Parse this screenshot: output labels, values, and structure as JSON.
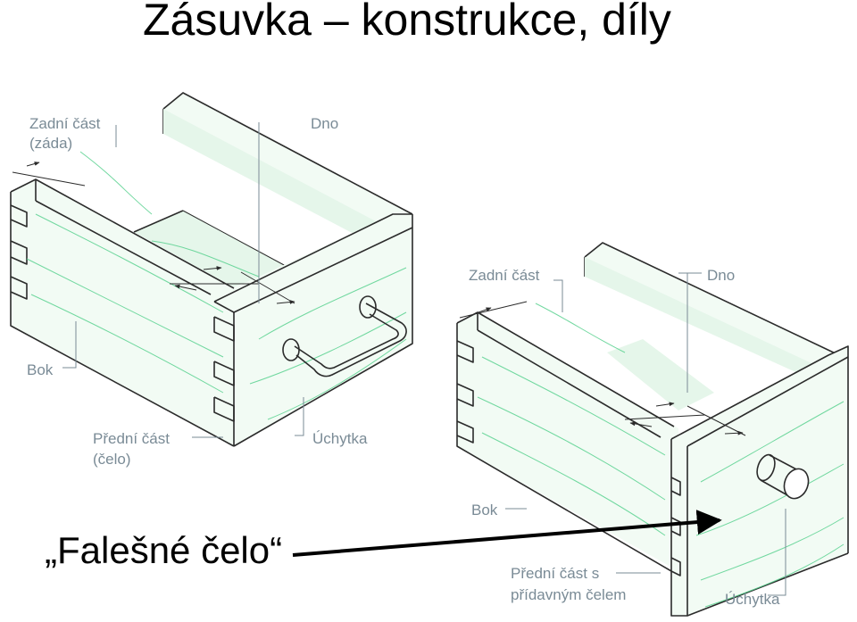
{
  "title": "Zásuvka – konstrukce, díly",
  "callout": "„Falešné čelo“",
  "colors": {
    "text": "#000000",
    "label": "#7a8b96",
    "line": "#2b2b2b",
    "grain": "#59d18f",
    "arrow": "#000000"
  },
  "drawer_left": {
    "labels": {
      "back": "Zadní část",
      "back_sub": "(záda)",
      "bottom": "Dno",
      "side": "Bok",
      "front": "Přední část",
      "front_sub": "(čelo)",
      "handle": "Úchytka"
    }
  },
  "drawer_right": {
    "labels": {
      "back": "Zadní část",
      "bottom": "Dno",
      "side": "Bok",
      "front_line1": "Přední část s",
      "front_line2": "přídavným čelem",
      "handle": "Úchytka"
    }
  }
}
